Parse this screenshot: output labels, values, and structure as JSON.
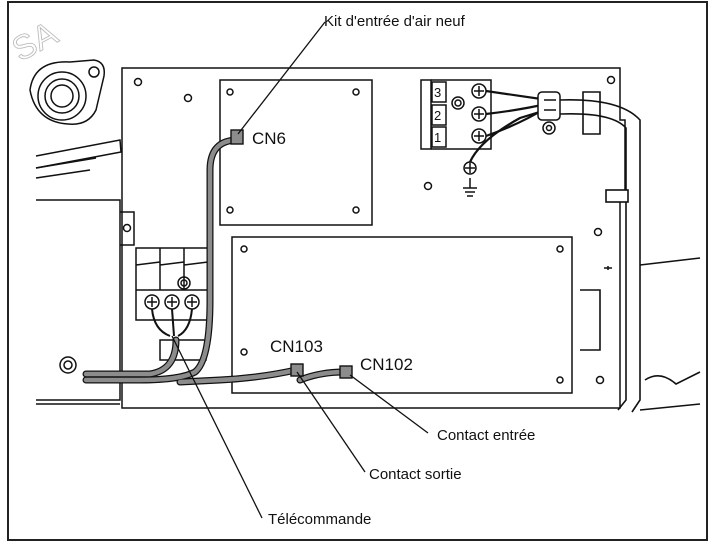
{
  "watermark": "SA",
  "labels": {
    "kit_air": "Kit d'entrée d'air neuf",
    "cn6": "CN6",
    "cn103": "CN103",
    "cn102": "CN102",
    "contact_entree": "Contact entrée",
    "contact_sortie": "Contact sortie",
    "telecommande": "Télécommande"
  },
  "terminal_numbers": [
    "3",
    "2",
    "1"
  ],
  "colors": {
    "line": "#111111",
    "cable_gray": "#8c8c8c",
    "frame": "#222222"
  }
}
